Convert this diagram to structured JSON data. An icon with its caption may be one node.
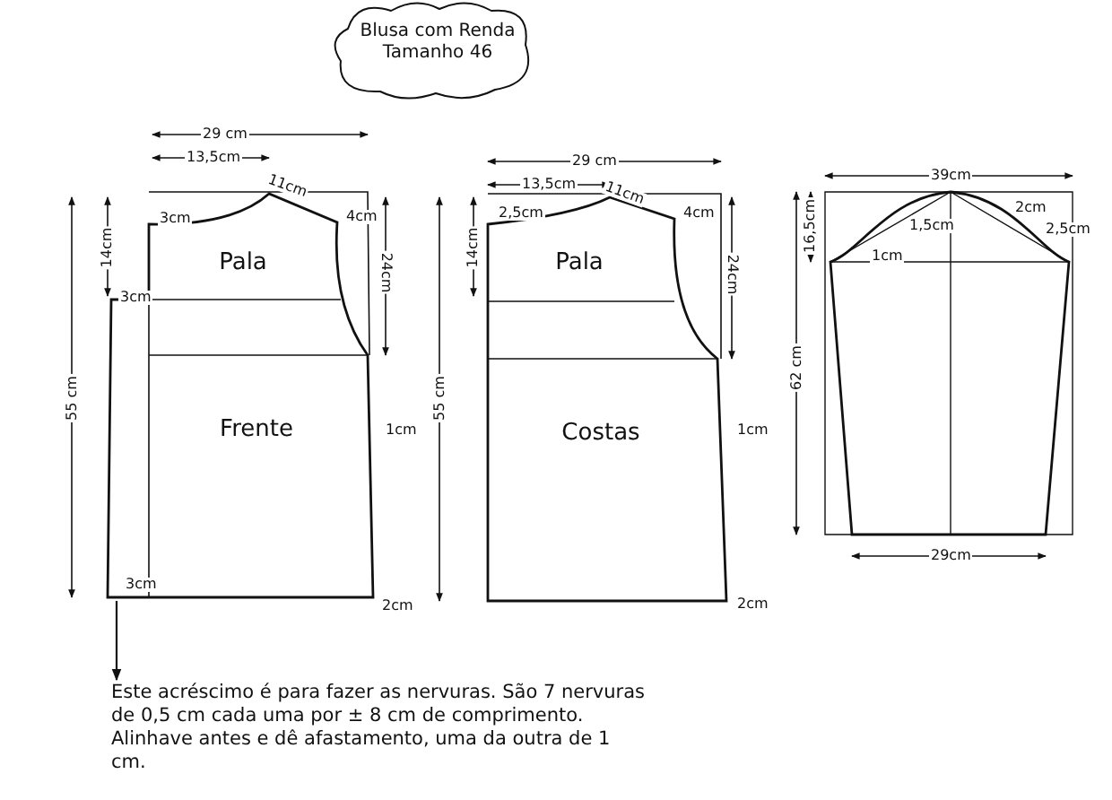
{
  "diagram": {
    "title": "Blusa com Renda Tamanho 46",
    "nodes": [
      {
        "text": [
          "Pala"
        ]
      },
      {
        "text": [
          "Frente"
        ]
      },
      {
        "text": [
          "Pala"
        ]
      },
      {
        "text": [
          "Costas"
        ]
      },
      {
        "text": [
          "Este acréscimo é para fazer as nervuras. São 7 nervuras de 0,5 cm cada uma por ± 8 cm de comprimento. Alinhave antes e dê afastamento, uma da outra de 1 cm."
        ]
      }
    ],
    "edges": [
      {
        "from": null,
        "to": 4,
        "arrow": "to"
      }
    ],
    "labels": [
      "29 cm",
      "13,5cm",
      "11cm",
      "3cm",
      "4cm",
      "14cm",
      "24cm",
      "3cm",
      "55 cm",
      "1cm",
      "3cm",
      "2cm",
      "29 cm",
      "13,5cm",
      "11cm",
      "2,5cm",
      "4cm",
      "14cm",
      "24cm",
      "55 cm",
      "1cm",
      "2cm",
      "39cm",
      "16,5cm",
      "1,5cm",
      "2cm",
      "2,5cm",
      "1cm",
      "62 cm",
      "29cm"
    ]
  }
}
